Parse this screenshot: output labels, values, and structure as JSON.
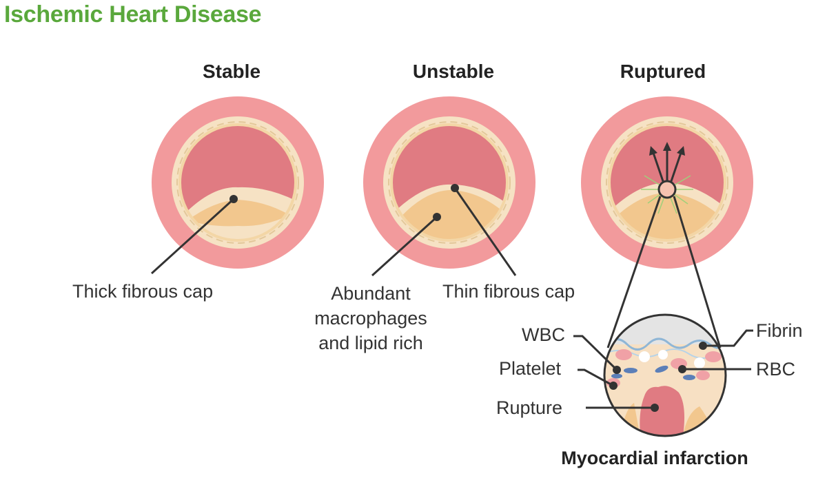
{
  "title": "Ischemic Heart Disease",
  "stages": [
    {
      "name": "Stable"
    },
    {
      "name": "Unstable"
    },
    {
      "name": "Ruptured"
    }
  ],
  "labels": {
    "stable_cap": "Thick fibrous cap",
    "unstable_core": [
      "Abundant",
      "macrophages",
      "and lipid rich"
    ],
    "unstable_cap": "Thin fibrous cap",
    "wbc": "WBC",
    "platelet": "Platelet",
    "rupture": "Rupture",
    "fibrin": "Fibrin",
    "rbc": "RBC"
  },
  "inset_title": "Myocardial infarction",
  "colors": {
    "title": "#5aa83c",
    "vessel_wall": "#f29a9c",
    "media": "#f6e2c4",
    "intima_stitch": "#e3c89a",
    "lumen": "#e07b82",
    "plaque": "#f2c78e",
    "plaque_light": "#f9dbb0",
    "pointer": "#333333",
    "fibrin": "#8fb6d6"
  }
}
